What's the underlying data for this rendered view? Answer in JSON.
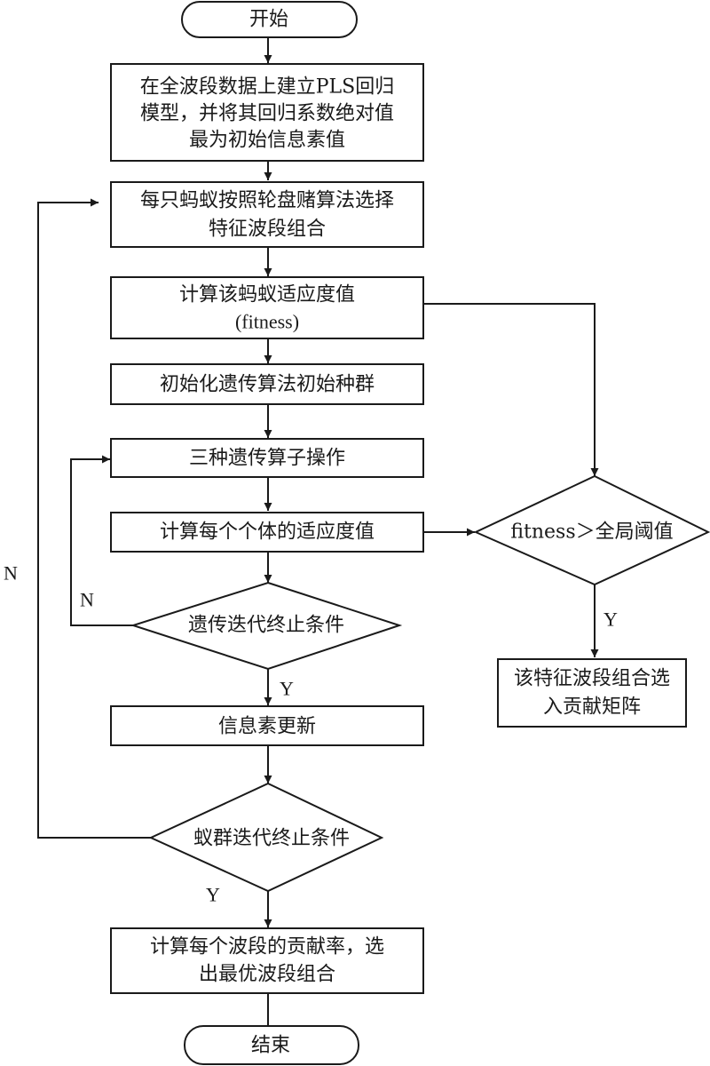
{
  "diagram": {
    "type": "flowchart",
    "nodes": {
      "start": {
        "kind": "terminal",
        "lines": [
          "开始"
        ]
      },
      "init_pls": {
        "kind": "process",
        "lines": [
          "在全波段数据上建立PLS回归",
          "模型，并将其回归系数绝对值",
          "最为初始信息素值"
        ]
      },
      "ant_select": {
        "kind": "process",
        "lines": [
          "每只蚂蚁按照轮盘赌算法选择",
          "特征波段组合"
        ]
      },
      "ant_fitness": {
        "kind": "process",
        "lines": [
          "计算该蚂蚁适应度值",
          "(fitness)"
        ]
      },
      "ga_init": {
        "kind": "process",
        "lines": [
          "初始化遗传算法初始种群"
        ]
      },
      "ga_ops": {
        "kind": "process",
        "lines": [
          "三种遗传算子操作"
        ]
      },
      "ga_fitness": {
        "kind": "process",
        "lines": [
          "计算每个个体的适应度值"
        ]
      },
      "ga_stop": {
        "kind": "decision",
        "lines": [
          "遗传迭代终止条件"
        ]
      },
      "pheromone_update": {
        "kind": "process",
        "lines": [
          "信息素更新"
        ]
      },
      "aco_stop": {
        "kind": "decision",
        "lines": [
          "蚁群迭代终止条件"
        ]
      },
      "contribution": {
        "kind": "process",
        "lines": [
          "计算每个波段的贡献率，选",
          "出最优波段组合"
        ]
      },
      "end": {
        "kind": "terminal",
        "lines": [
          "结束"
        ]
      },
      "threshold": {
        "kind": "decision",
        "lines": [
          "fitness＞全局阈值"
        ]
      },
      "matrix": {
        "kind": "process",
        "lines": [
          "该特征波段组合选",
          "入贡献矩阵"
        ]
      }
    },
    "edges": [
      {
        "from": "start",
        "to": "init_pls",
        "label": ""
      },
      {
        "from": "init_pls",
        "to": "ant_select",
        "label": ""
      },
      {
        "from": "ant_select",
        "to": "ant_fitness",
        "label": ""
      },
      {
        "from": "ant_fitness",
        "to": "ga_init",
        "label": ""
      },
      {
        "from": "ga_init",
        "to": "ga_ops",
        "label": ""
      },
      {
        "from": "ga_ops",
        "to": "ga_fitness",
        "label": ""
      },
      {
        "from": "ga_fitness",
        "to": "ga_stop",
        "label": ""
      },
      {
        "from": "ga_stop",
        "to": "ga_ops",
        "label": "N"
      },
      {
        "from": "ga_stop",
        "to": "pheromone_update",
        "label": "Y"
      },
      {
        "from": "pheromone_update",
        "to": "aco_stop",
        "label": ""
      },
      {
        "from": "aco_stop",
        "to": "ant_select",
        "label": "N"
      },
      {
        "from": "aco_stop",
        "to": "contribution",
        "label": "Y"
      },
      {
        "from": "contribution",
        "to": "end",
        "label": ""
      },
      {
        "from": "ant_fitness",
        "to": "threshold",
        "label": ""
      },
      {
        "from": "ga_fitness",
        "to": "threshold",
        "label": ""
      },
      {
        "from": "threshold",
        "to": "matrix",
        "label": "Y"
      }
    ],
    "branch_labels": {
      "ga_no": "N",
      "ga_yes": "Y",
      "aco_no": "N",
      "aco_yes": "Y",
      "threshold_yes": "Y"
    }
  }
}
